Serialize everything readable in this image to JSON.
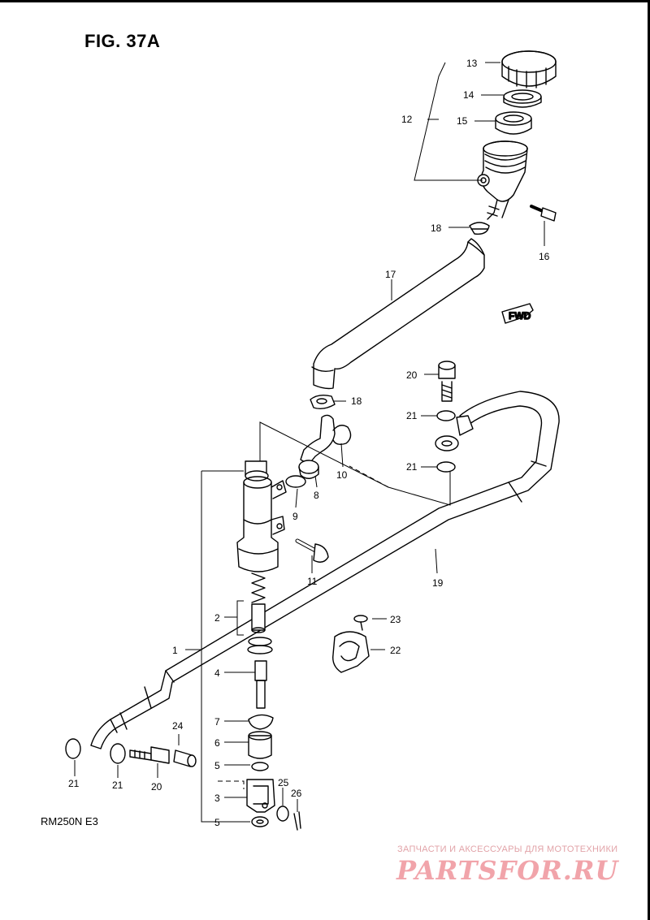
{
  "figure": {
    "title": "FIG. 37A",
    "model": "RM250N  E3"
  },
  "watermark": {
    "caption": "ЗАПЧАСТИ И АКСЕССУАРЫ ДЛЯ МОТОТЕХНИКИ",
    "logo": "PARTSFOR.RU"
  },
  "fwd_badge": "FWD",
  "callouts": [
    {
      "id": "c13",
      "text": "13"
    },
    {
      "id": "c14",
      "text": "14"
    },
    {
      "id": "c15",
      "text": "15"
    },
    {
      "id": "c12",
      "text": "12"
    },
    {
      "id": "c18a",
      "text": "18"
    },
    {
      "id": "c16",
      "text": "16"
    },
    {
      "id": "c17",
      "text": "17"
    },
    {
      "id": "c18b",
      "text": "18"
    },
    {
      "id": "c20a",
      "text": "20"
    },
    {
      "id": "c21a",
      "text": "21"
    },
    {
      "id": "c21b",
      "text": "21"
    },
    {
      "id": "c10",
      "text": "10"
    },
    {
      "id": "c8",
      "text": "8"
    },
    {
      "id": "c9",
      "text": "9"
    },
    {
      "id": "c11",
      "text": "11"
    },
    {
      "id": "c19",
      "text": "19"
    },
    {
      "id": "c2",
      "text": "2"
    },
    {
      "id": "c1",
      "text": "1"
    },
    {
      "id": "c23",
      "text": "23"
    },
    {
      "id": "c22",
      "text": "22"
    },
    {
      "id": "c4",
      "text": "4"
    },
    {
      "id": "c7",
      "text": "7"
    },
    {
      "id": "c6",
      "text": "6"
    },
    {
      "id": "c5a",
      "text": "5"
    },
    {
      "id": "c3",
      "text": "3"
    },
    {
      "id": "c5b",
      "text": "5"
    },
    {
      "id": "c24",
      "text": "24"
    },
    {
      "id": "c25",
      "text": "25"
    },
    {
      "id": "c26",
      "text": "26"
    },
    {
      "id": "c21c",
      "text": "21"
    },
    {
      "id": "c21d",
      "text": "21"
    },
    {
      "id": "c20b",
      "text": "20"
    }
  ]
}
